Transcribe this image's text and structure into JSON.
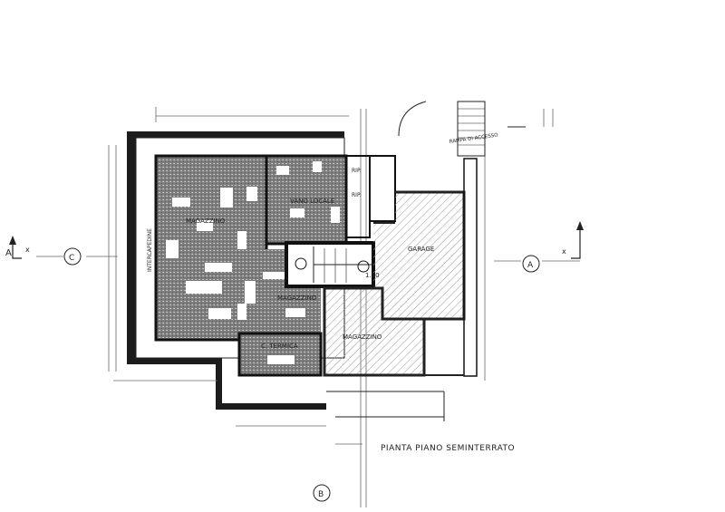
{
  "title": "PIANTA PIANO SEMINTERRATO",
  "rooms": {
    "magazzino_left": "MAGAZZINO",
    "vano_locale": "VANO LOCALE",
    "magazzino_center": "MAGAZZINO",
    "c_termica": "C. TERMICA",
    "magazzino_right": "MAGAZZINO",
    "garage": "GARAGE",
    "rip_1": "RIP.",
    "rip_2": "RIP.",
    "intercapedine": "INTERCAPEDINE",
    "rampa": "RAMPA DI ACCESSO",
    "height_mark": "1.30"
  },
  "markers": {
    "c": "C",
    "a": "A",
    "b": "B",
    "left_section": "A",
    "left_x": "x",
    "right_x": "x"
  },
  "colors": {
    "ink": "#1c1c1c",
    "hatch": "#8a8a8a",
    "paper": "#ffffff"
  }
}
